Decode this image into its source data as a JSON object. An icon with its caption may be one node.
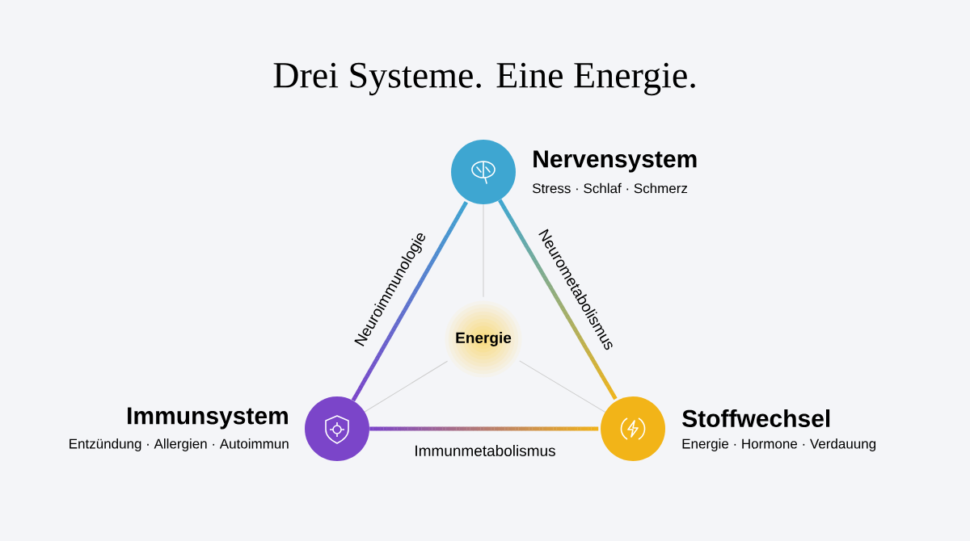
{
  "diagram": {
    "title": "Drei Systeme. Eine Energie.",
    "nodes": [
      {
        "text": [
          "Nervensystem",
          "Stress · Schlaf · Schmerz"
        ]
      },
      {
        "text": [
          "Energie"
        ]
      },
      {
        "text": [
          "Immunsystem",
          "Entzündung · Allergien · Autoimmun"
        ]
      },
      {
        "text": [
          "Stoffwechsel",
          "Energie · Hormone · Verdauung"
        ]
      }
    ],
    "edges": [
      {
        "from": 2,
        "to": 0,
        "arrow": "none",
        "label": "Neuroimmunologie",
        "style": "thick",
        "color": "#7b45c9"
      },
      {
        "from": 0,
        "to": 3,
        "arrow": "none",
        "label": "Neurometabolismus",
        "style": "thick"
      },
      {
        "from": 2,
        "to": 3,
        "arrow": "none",
        "label": "Immunmetabolismus",
        "style": "thick",
        "color": "#7b45c9"
      },
      {
        "from": 1,
        "to": 0,
        "arrow": "none"
      },
      {
        "from": 1,
        "to": 2,
        "arrow": "none"
      },
      {
        "from": 1,
        "to": 3,
        "arrow": "none"
      }
    ]
  }
}
